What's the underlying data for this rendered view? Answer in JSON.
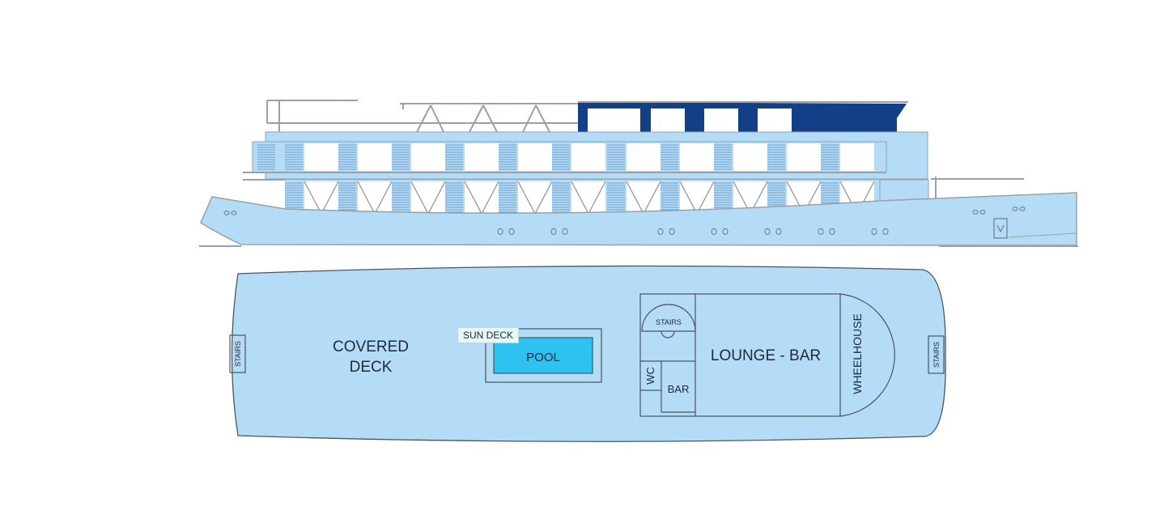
{
  "colors": {
    "hull": "#b5dcf6",
    "outline": "#4a5560",
    "rail": "#9aa0a6",
    "window_blue": "#123f85",
    "pool": "#2ec2f1",
    "pool_frame": "#ffffff",
    "window_white": "#ffffff"
  },
  "deck_plan": {
    "tooltip": "SUN DECK",
    "labels": {
      "covered_deck_line1": "COVERED",
      "covered_deck_line2": "DECK",
      "pool": "POOL",
      "stairs_left": "STAIRS",
      "stairs_right": "STAIRS",
      "stairs_center": "STAIRS",
      "wc": "WC",
      "bar": "BAR",
      "lounge_bar": "LOUNGE - BAR",
      "wheelhouse": "WHEELHOUSE"
    }
  }
}
